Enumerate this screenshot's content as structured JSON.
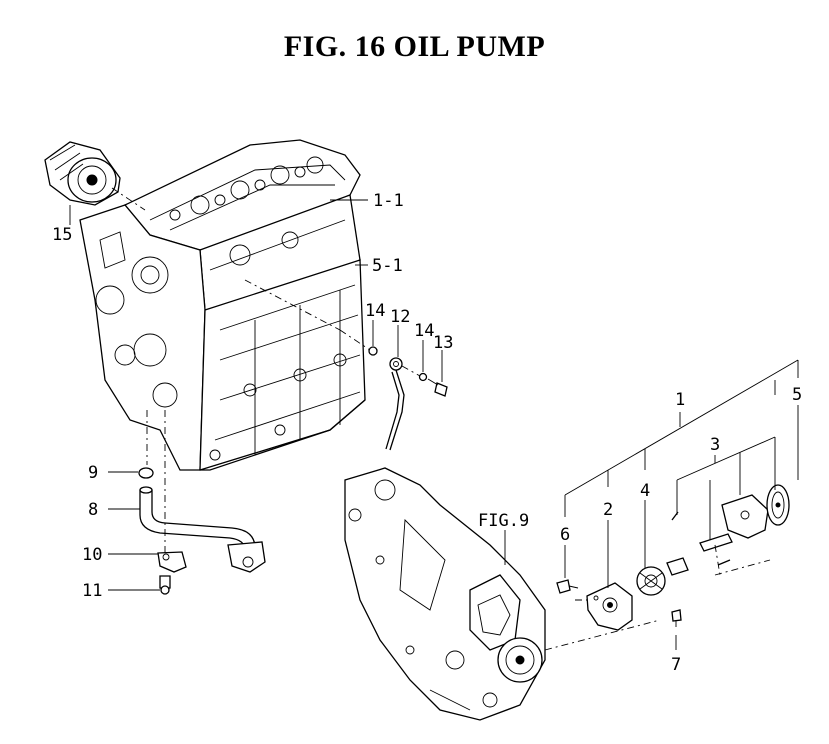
{
  "title": "FIG. 16  OIL PUMP",
  "callouts": {
    "c1": "1",
    "c1_1": "1-1",
    "c2": "2",
    "c3": "3",
    "c4": "4",
    "c5": "5",
    "c5_1": "5-1",
    "c6": "6",
    "c7": "7",
    "c8": "8",
    "c9": "9",
    "c10": "10",
    "c11": "11",
    "c12": "12",
    "c13": "13",
    "c14a": "14",
    "c14b": "14",
    "c15": "15",
    "fig9": "FIG.9"
  }
}
